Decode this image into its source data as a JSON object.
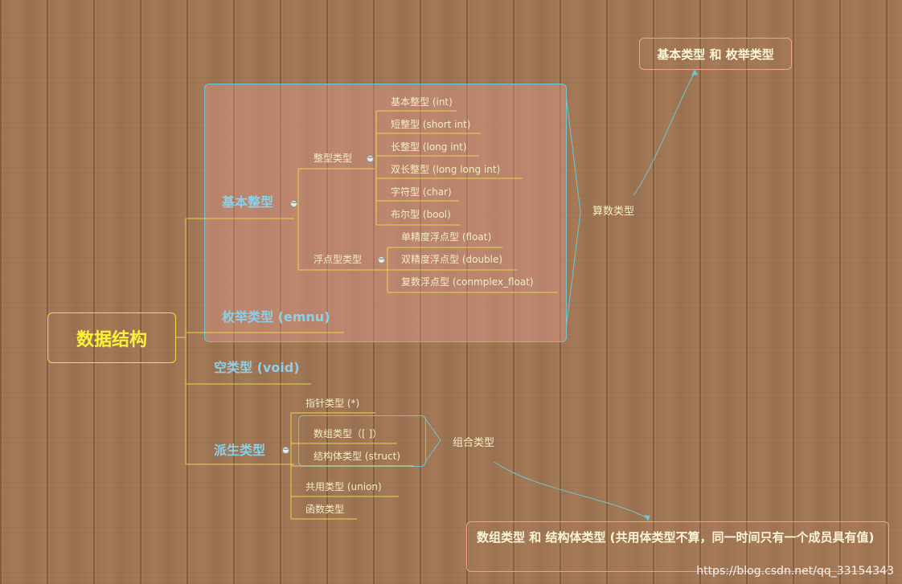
{
  "root": {
    "label": "数据结构"
  },
  "branches": {
    "basic_int": "基本整型",
    "enum_type": "枚举类型 (emnu)",
    "void_type": "空类型 (void)",
    "derived": "派生类型"
  },
  "integer_group": {
    "label": "整型类型",
    "items": [
      "基本整型 (int)",
      "短整型 (short int)",
      "长整型 (long int)",
      "双长整型 (long long int)",
      "字符型 (char)",
      "布尔型 (bool)"
    ]
  },
  "float_group": {
    "label": "浮点型类型",
    "items": [
      "单精度浮点型 (float)",
      "双精度浮点型 (double)",
      "复数浮点型 (conmplex_float)"
    ]
  },
  "derived_items": {
    "pointer": "指针类型 (*)",
    "array": "数组类型（[ ]）",
    "struct": "结构体类型 (struct)",
    "union": "共用类型 (union)",
    "function": "函数类型"
  },
  "summaries": {
    "arithmetic": "算数类型",
    "combo": "组合类型"
  },
  "notes": {
    "top": "基本类型 和 枚举类型",
    "bottom": "数组类型 和 结构体类型 (共用体类型不算，同一时间只有一个成员具有值)"
  },
  "watermark": "https://blog.csdn.net/qq_33154343",
  "colors": {
    "background": "#a47a58",
    "connector": "#e8d44a",
    "frame": "#6fc6cf",
    "root_text": "#fff03a",
    "branch_text": "#8cd0e8",
    "leaf_text": "#f5ecc6",
    "note_border": "#f3a37f"
  }
}
